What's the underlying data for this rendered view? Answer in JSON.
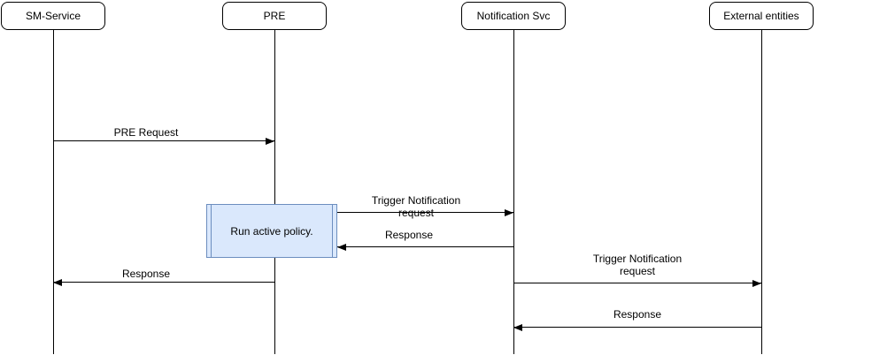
{
  "diagram": {
    "type": "sequence",
    "actors": [
      {
        "label": "SM-Service"
      },
      {
        "label": "PRE"
      },
      {
        "label": "Notification Svc"
      },
      {
        "label": "External entities"
      }
    ],
    "activation": {
      "label": "Run active policy."
    },
    "messages": [
      {
        "label": "PRE Request",
        "from": "SM-Service",
        "to": "PRE",
        "direction": "right"
      },
      {
        "label": "Trigger Notification request",
        "from": "PRE",
        "to": "Notification Svc",
        "direction": "right"
      },
      {
        "label": "Response",
        "from": "Notification Svc",
        "to": "PRE",
        "direction": "left"
      },
      {
        "label": "Response",
        "from": "PRE",
        "to": "SM-Service",
        "direction": "left"
      },
      {
        "label": "Trigger Notification request",
        "from": "Notification Svc",
        "to": "External entities",
        "direction": "right"
      },
      {
        "label": "Response",
        "from": "External entities",
        "to": "Notification Svc",
        "direction": "left"
      }
    ],
    "colors": {
      "background": "#ffffff",
      "line": "#000000",
      "activation_fill": "#dae8fc",
      "activation_border": "#6c8ebf"
    }
  }
}
